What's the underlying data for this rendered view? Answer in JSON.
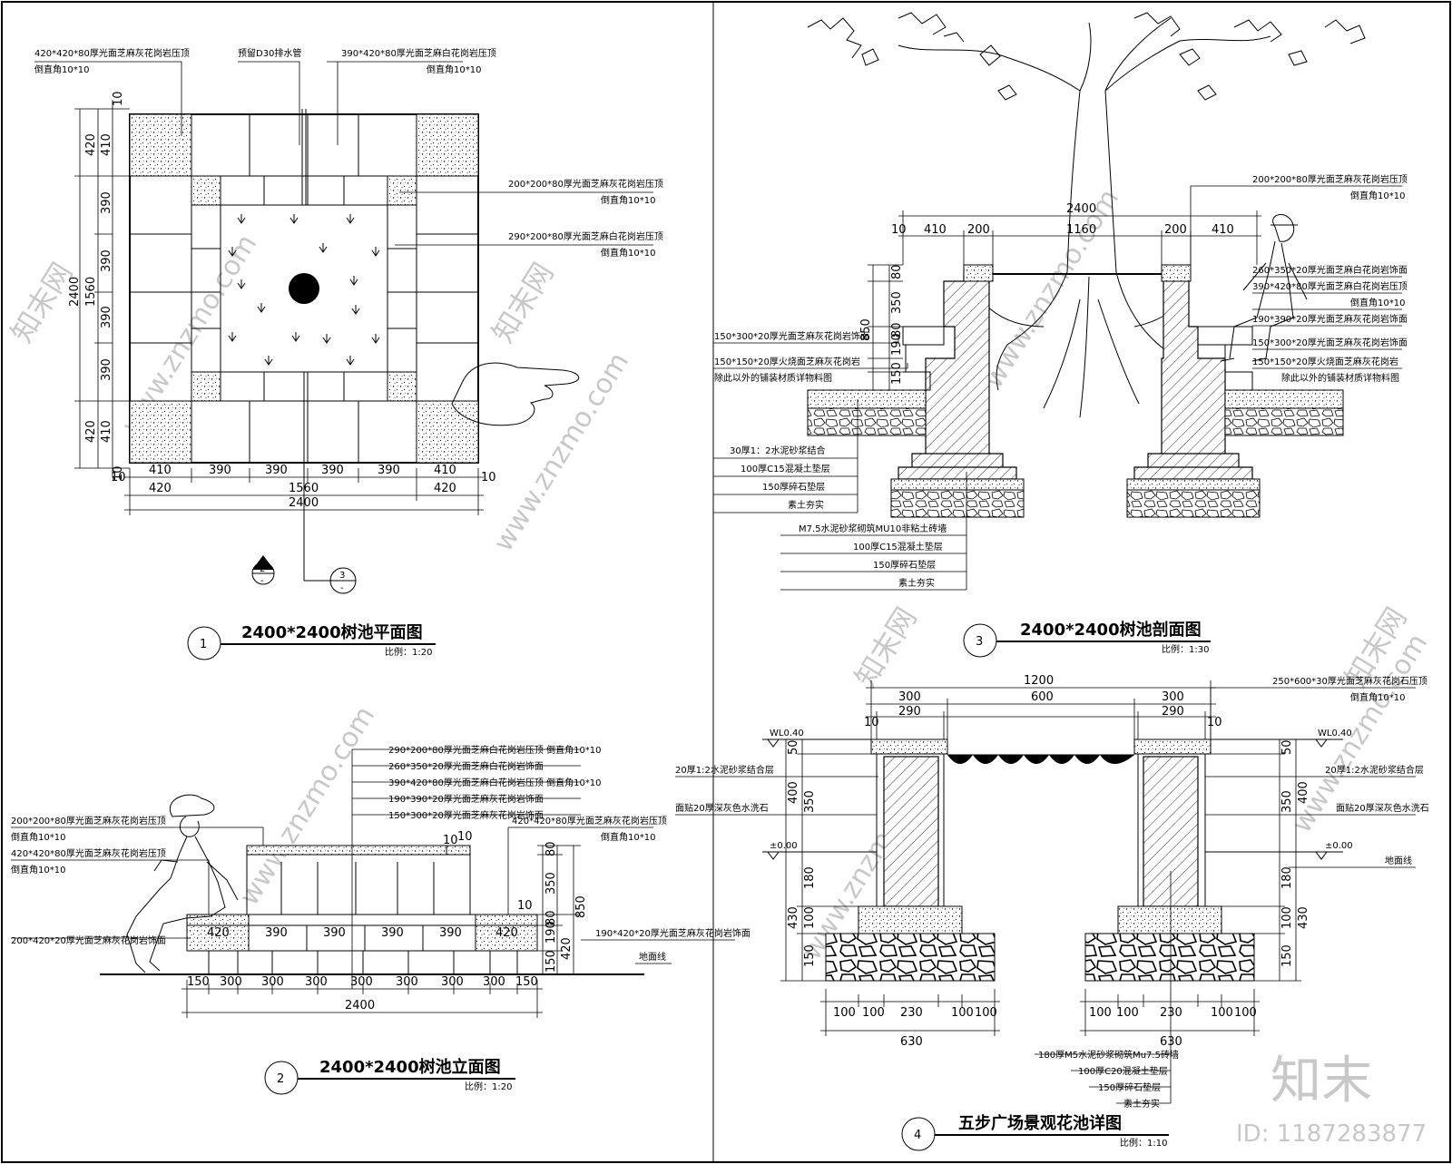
{
  "sheet": {
    "watermark": {
      "url": "www.znzmo.com",
      "brand_cn": "知末网",
      "logo": "知末",
      "id_text": "ID: 1187283877"
    }
  },
  "plan": {
    "number": "1",
    "title": "2400*2400树池平面图",
    "scale": "比例：1:20",
    "labels": [
      "420*420*80厚光面芝麻灰花岗岩压顶",
      "倒直角10*10",
      "预留D30排水管",
      "390*420*80厚光面芝麻白花岗岩压顶",
      "倒直角10*10",
      "200*200*80厚光面芝麻灰花岗岩压顶",
      "倒直角10*10",
      "290*200*80厚光面芝麻白花岗岩压顶",
      "倒直角10*10"
    ],
    "dims_left": [
      "10",
      "420",
      "410",
      "390",
      "390",
      "390",
      "390",
      "410",
      "420",
      "10",
      "1560",
      "2400"
    ],
    "dims_bottom_row1": [
      "410",
      "390",
      "390",
      "390",
      "390",
      "410"
    ],
    "dims_bottom_row2": [
      "420",
      "1560",
      "420",
      "10",
      "10"
    ],
    "dims_bottom_total": "2400",
    "section_mark": "3",
    "elevation_mark": "2",
    "mark_sub": "-"
  },
  "section": {
    "number": "3",
    "title": "2400*2400树池剖面图",
    "scale": "比例：1:30",
    "dims_top": [
      "2400",
      "10",
      "410",
      "200",
      "1160",
      "200",
      "410"
    ],
    "dims_left": [
      "80",
      "350",
      "850",
      "190",
      "80",
      "150"
    ],
    "labels_left": [
      "150*300*20厚光面芝麻灰花岗岩饰面",
      "150*150*20厚火烧面芝麻灰花岗岩",
      "除此以外的铺装材质详物料图",
      "30厚1：2水泥砂浆结合",
      "100厚C15混凝土垫层",
      "150厚碎石垫层",
      "素土夯实",
      "M7.5水泥砂浆砌筑MU10非粘土砖墙",
      "100厚C15混凝土垫层",
      "150厚碎石垫层",
      "素土夯实"
    ],
    "labels_right": [
      "200*200*80厚光面芝麻灰花岗岩压顶",
      "倒直角10*10",
      "260*350*20厚光面芝麻白花岗岩饰面",
      "390*420*80厚光面芝麻白花岗岩压顶",
      "倒直角10*10",
      "190*390*20厚光面芝麻灰花岗岩饰面",
      "150*300*20厚光面芝麻灰花岗岩饰面",
      "150*150*20厚火烧面芝麻灰花岗岩",
      "除此以外的铺装材质详物料图"
    ]
  },
  "elevation": {
    "number": "2",
    "title": "2400*2400树池立面图",
    "scale": "比例：1:20",
    "labels_top": [
      "290*200*80厚光面芝麻白花岗岩压顶  倒直角10*10",
      "260*350*20厚光面芝麻白花岗岩饰面",
      "390*420*80厚光面芝麻白花岗岩压顶  倒直角10*10",
      "190*390*20厚光面芝麻灰花岗岩饰面",
      "150*300*20厚光面芝麻灰花岗岩饰面"
    ],
    "labels_left": [
      "200*200*80厚光面芝麻灰花岗岩压顶",
      "倒直角10*10",
      "420*420*80厚光面芝麻灰花岗岩压顶",
      "倒直角10*10",
      "200*420*20厚光面芝麻灰花岗岩饰面"
    ],
    "labels_right": [
      "420*420*80厚光面芝麻灰花岗岩压顶",
      "倒直角10*10",
      "190*420*20厚光面芝麻灰花岗岩饰面",
      "地面线"
    ],
    "dims_top": [
      "10",
      "10",
      "10"
    ],
    "dims_inline": [
      "420",
      "390",
      "390",
      "390",
      "390",
      "420"
    ],
    "dims_right": [
      "80",
      "350",
      "80",
      "190",
      "420",
      "150",
      "850"
    ],
    "dims_bottom": [
      "150",
      "300",
      "300",
      "300",
      "300",
      "300",
      "300",
      "300",
      "150"
    ],
    "dims_total": "2400"
  },
  "detail": {
    "number": "4",
    "title": "五步广场景观花池详图",
    "scale": "比例：1:10",
    "dims_top": [
      "1200",
      "300",
      "600",
      "300",
      "10",
      "290",
      "290",
      "10"
    ],
    "levels": [
      "WL0.40",
      "±0.00",
      "WL0.40",
      "±0.00"
    ],
    "dims_left": [
      "50",
      "350",
      "400",
      "180",
      "430",
      "100",
      "150"
    ],
    "dims_right": [
      "50",
      "350",
      "400",
      "180",
      "430",
      "100",
      "150"
    ],
    "dims_bottom": [
      "100",
      "100",
      "230",
      "100",
      "100",
      "630",
      "100",
      "100",
      "230",
      "100",
      "100",
      "630"
    ],
    "labels_left": [
      "20厚1:2水泥砂浆结合层",
      "面贴20厚深灰色水洗石"
    ],
    "labels_right": [
      "250*600*30厚光面芝麻灰花岗石压顶",
      "倒直角10*10",
      "20厚1:2水泥砂浆结合层",
      "面贴20厚深灰色水洗石",
      "地面线"
    ],
    "labels_bottom": [
      "180厚M5水泥砂浆砌筑Mu7.5砖墙",
      "100厚C20混凝土垫层",
      "150厚碎石垫层",
      "素土夯实"
    ]
  }
}
